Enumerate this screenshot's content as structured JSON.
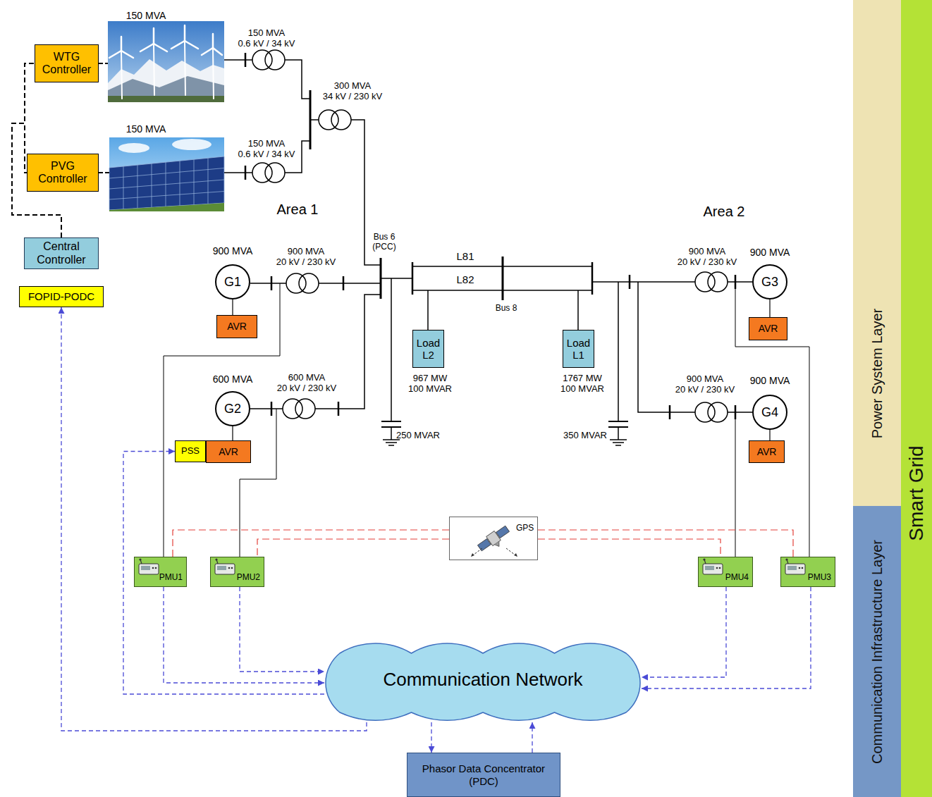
{
  "diagram": {
    "nodes": [
      {
        "text": [
          "WTG Controller"
        ]
      },
      {
        "text": [
          "PVG Controller"
        ]
      },
      {
        "text": [
          "Central Controller"
        ]
      },
      {
        "text": [
          "FOPID-PODC"
        ]
      },
      {
        "text": [
          "900 MVA",
          "G1"
        ]
      },
      {
        "text": [
          "AVR"
        ]
      },
      {
        "text": [
          "600 MVA",
          "G2"
        ]
      },
      {
        "text": [
          "PSS"
        ]
      },
      {
        "text": [
          "AVR"
        ]
      },
      {
        "text": [
          "Load L2"
        ]
      },
      {
        "text": [
          "Load L1"
        ]
      },
      {
        "text": [
          "900 MVA",
          "G3"
        ]
      },
      {
        "text": [
          "AVR"
        ]
      },
      {
        "text": [
          "900 MVA",
          "G4"
        ]
      },
      {
        "text": [
          "AVR"
        ]
      },
      {
        "text": [
          "GPS"
        ]
      },
      {
        "text": [
          "PMU1"
        ]
      },
      {
        "text": [
          "PMU2"
        ]
      },
      {
        "text": [
          "PMU4"
        ]
      },
      {
        "text": [
          "PMU3"
        ]
      },
      {
        "text": [
          "Communication Network"
        ]
      },
      {
        "text": [
          "Phasor Data Concentrator (PDC)"
        ]
      },
      {
        "text": [
          "Power System Layer"
        ]
      },
      {
        "text": [
          "Communication Infrastructure Layer"
        ]
      },
      {
        "text": [
          "Smart Grid"
        ]
      }
    ],
    "edges": [
      {
        "from": 2,
        "to": 0,
        "arrow": "none"
      },
      {
        "from": 2,
        "to": 1,
        "arrow": "none"
      },
      {
        "from": 4,
        "to": 5,
        "arrow": "none"
      },
      {
        "from": 6,
        "to": 8,
        "arrow": "none"
      },
      {
        "from": 11,
        "to": 12,
        "arrow": "none"
      },
      {
        "from": 13,
        "to": 14,
        "arrow": "none"
      },
      {
        "from": 15,
        "to": 16,
        "arrow": "none"
      },
      {
        "from": 15,
        "to": 17,
        "arrow": "none"
      },
      {
        "from": 15,
        "to": 18,
        "arrow": "none"
      },
      {
        "from": 15,
        "to": 19,
        "arrow": "none"
      },
      {
        "from": 16,
        "to": 20,
        "arrow": "to"
      },
      {
        "from": 17,
        "to": 20,
        "arrow": "to"
      },
      {
        "from": 18,
        "to": 20,
        "arrow": "to"
      },
      {
        "from": 19,
        "to": 20,
        "arrow": "to"
      },
      {
        "from": 20,
        "to": 7,
        "arrow": "to"
      },
      {
        "from": 20,
        "to": 3,
        "arrow": "to"
      },
      {
        "from": 20,
        "to": 21,
        "arrow": "to"
      },
      {
        "from": 21,
        "to": 20,
        "arrow": "to"
      }
    ],
    "labels": [
      "150 MVA",
      "150 MVA 0.6 kV / 34 kV",
      "300 MVA 34 kV / 230 kV",
      "150 MVA",
      "150 MVA 0.6 kV / 34 kV",
      "Area 1",
      "Area 2",
      "Bus 6 (PCC)",
      "900 MVA 20 kV / 230 kV",
      "L81",
      "L82",
      "Bus 8",
      "600 MVA 20 kV / 230 kV",
      "967 MW 100 MVAR",
      "250 MVAR",
      "1767 MW 100 MVAR",
      "350 MVAR",
      "900 MVA 20 kV / 230 kV",
      "900 MVA 20 kV / 230 kV"
    ]
  }
}
